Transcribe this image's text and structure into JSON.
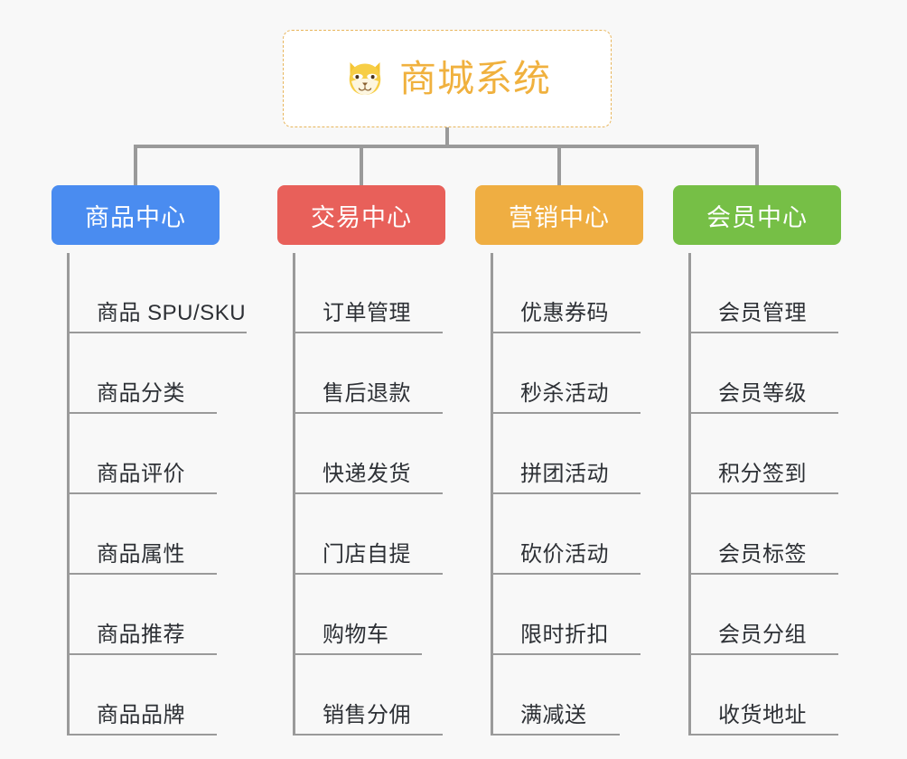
{
  "diagram": {
    "title": "商城系统",
    "root": {
      "label": "商城系统",
      "icon": "shiba-dog-icon",
      "text_color": "#F0B13E",
      "border_color": "#E8B55B",
      "background": "#FFFFFF"
    },
    "connector_color": "#9A9A9A",
    "background": "#F8F8F8",
    "branches": [
      {
        "label": "商品中心",
        "color": "#4A8CF0",
        "items": [
          "商品 SPU/SKU",
          "商品分类",
          "商品评价",
          "商品属性",
          "商品推荐",
          "商品品牌"
        ]
      },
      {
        "label": "交易中心",
        "color": "#E8605A",
        "items": [
          "订单管理",
          "售后退款",
          "快递发货",
          "门店自提",
          "购物车",
          "销售分佣"
        ]
      },
      {
        "label": "营销中心",
        "color": "#EFAE42",
        "items": [
          "优惠券码",
          "秒杀活动",
          "拼团活动",
          "砍价活动",
          "限时折扣",
          "满减送"
        ]
      },
      {
        "label": "会员中心",
        "color": "#76BF46",
        "items": [
          "会员管理",
          "会员等级",
          "积分签到",
          "会员标签",
          "会员分组",
          "收货地址"
        ]
      }
    ]
  }
}
